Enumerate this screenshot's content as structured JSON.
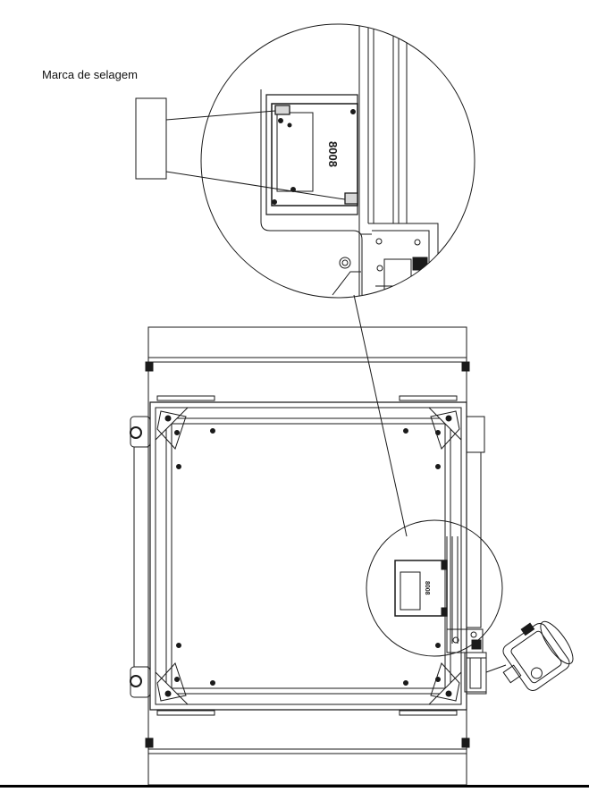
{
  "label": "Marca de selagem",
  "detail_text": "8008",
  "small_detail_text": "8008",
  "colors": {
    "line": "#1a1a1a",
    "fill": "#ffffff",
    "shade": "#d8d8d8"
  }
}
